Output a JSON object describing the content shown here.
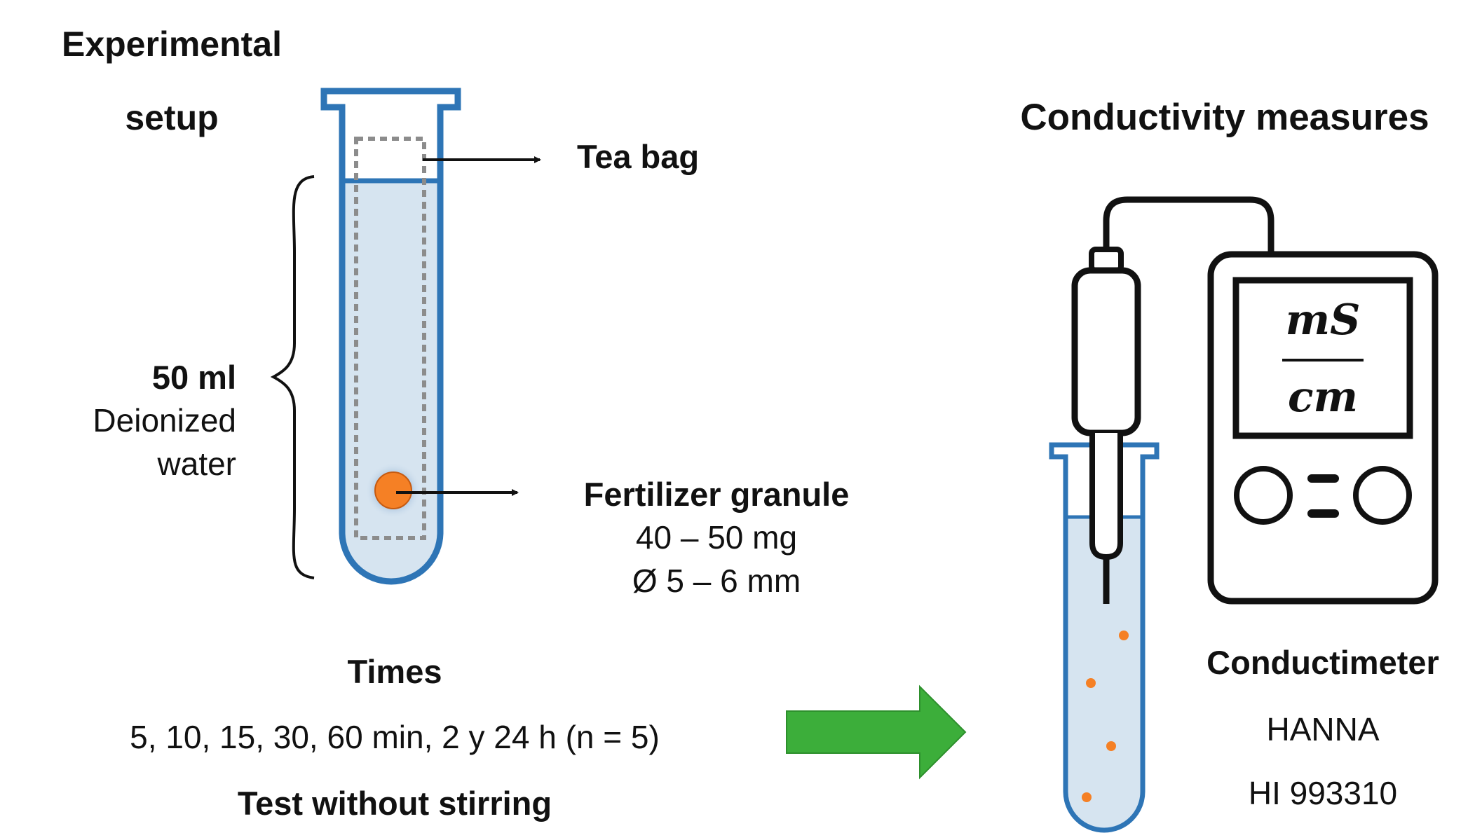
{
  "setup": {
    "title_line1": "Experimental",
    "title_line2": "setup",
    "tea_bag_label": "Tea bag",
    "volume_label": "50 ml",
    "water_line1": "Deionized",
    "water_line2": "water",
    "granule_label": "Fertilizer granule",
    "granule_mass": "40 – 50 mg",
    "granule_diameter": "Ø 5 – 6 mm"
  },
  "times": {
    "heading": "Times",
    "values": "5, 10, 15, 30, 60 min, 2 y 24 h (n = 5)",
    "note": "Test without stirring"
  },
  "measures": {
    "title": "Conductivity measures",
    "unit_numerator": "mS",
    "unit_denominator": "cm",
    "device_label": "Conductimeter",
    "brand": "HANNA",
    "model": "HI 993310"
  },
  "colors": {
    "tube_stroke": "#2e75b6",
    "water_fill": "#d6e4f0",
    "granule_fill": "#f58025",
    "arrow_fill": "#3cae3a",
    "dashed_bag": "#8c8c8c"
  }
}
